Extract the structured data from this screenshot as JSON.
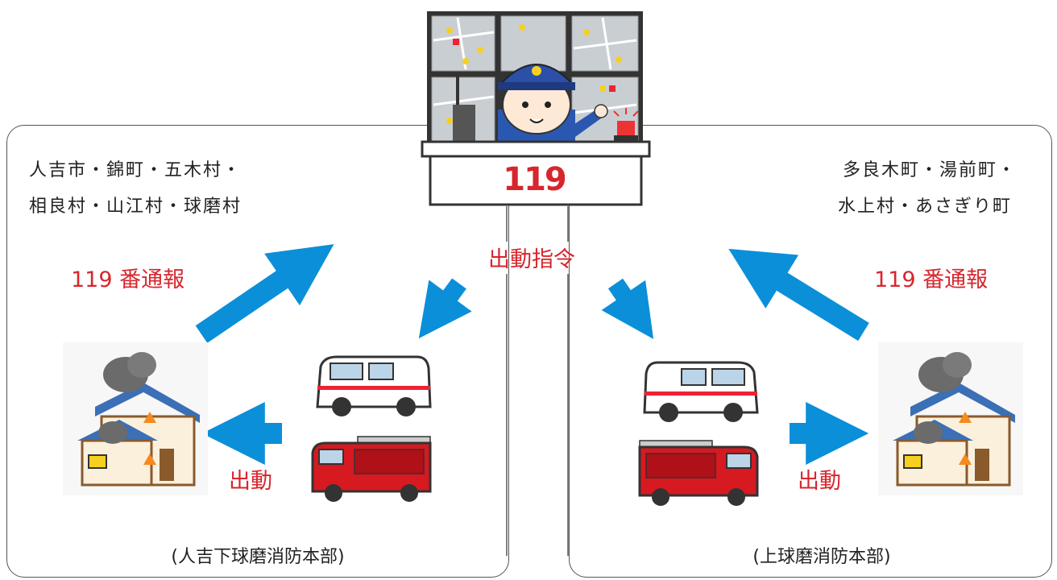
{
  "dispatch": {
    "center_number": "119",
    "command_label": "出動指令"
  },
  "left_area": {
    "municipalities_line1": "人吉市・錦町・五木村・",
    "municipalities_line2": "相良村・山江村・球磨村",
    "report_label": "119 番通報",
    "dispatch_label": "出動",
    "caption": "(人吉下球磨消防本部)"
  },
  "right_area": {
    "municipalities_line1": "多良木町・湯前町・",
    "municipalities_line2": "水上村・あさぎり町",
    "report_label": "119 番通報",
    "dispatch_label": "出動",
    "caption": "(上球磨消防本部)"
  },
  "colors": {
    "arrow": "#0b8fd9",
    "accent_red": "#d7262d",
    "border": "#555555"
  }
}
